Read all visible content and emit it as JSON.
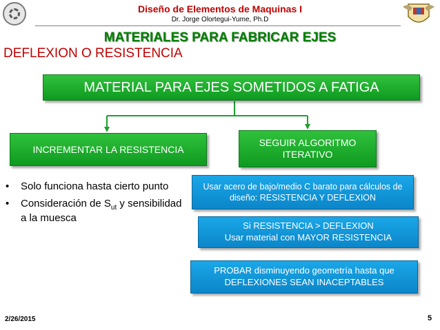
{
  "header": {
    "title": "Diseño de Elementos de Maquinas I",
    "author": "Dr. Jorge Olortegui-Yume, Ph.D",
    "left_logo_icon": "gear-icon",
    "right_logo_icon": "university-crest-icon"
  },
  "slide": {
    "title": "MATERIALES PARA FABRICAR EJES",
    "subtitle": "DEFLEXION O RESISTENCIA"
  },
  "flowchart": {
    "top_box": "MATERIAL PARA EJES SOMETIDOS A FATIGA",
    "left_box": "INCREMENTAR LA RESISTENCIA",
    "right_box": "SEGUIR ALGORITMO ITERATIVO",
    "step1": "Usar acero de bajo/medio C barato para cálculos de diseño: RESISTENCIA Y DEFLEXION",
    "step2_line1": "Si  RESISTENCIA > DEFLEXION",
    "step2_line2": "Usar material con MAYOR RESISTENCIA",
    "step3": "PROBAR disminuyendo geometría hasta que DEFLEXIONES SEAN INACEPTABLES"
  },
  "bullets": {
    "item1": "Solo funciona hasta cierto punto",
    "item2_prefix": "Consideración de S",
    "item2_subscript": "ut",
    "item2_suffix": " y sensibilidad a la muesca",
    "marker": "•"
  },
  "footer": {
    "date": "2/26/2015",
    "page": "5"
  },
  "colors": {
    "green_box": "#1aaa2b",
    "blue_box": "#0f96d6",
    "header_red": "#c00000",
    "title_green": "#008000"
  }
}
